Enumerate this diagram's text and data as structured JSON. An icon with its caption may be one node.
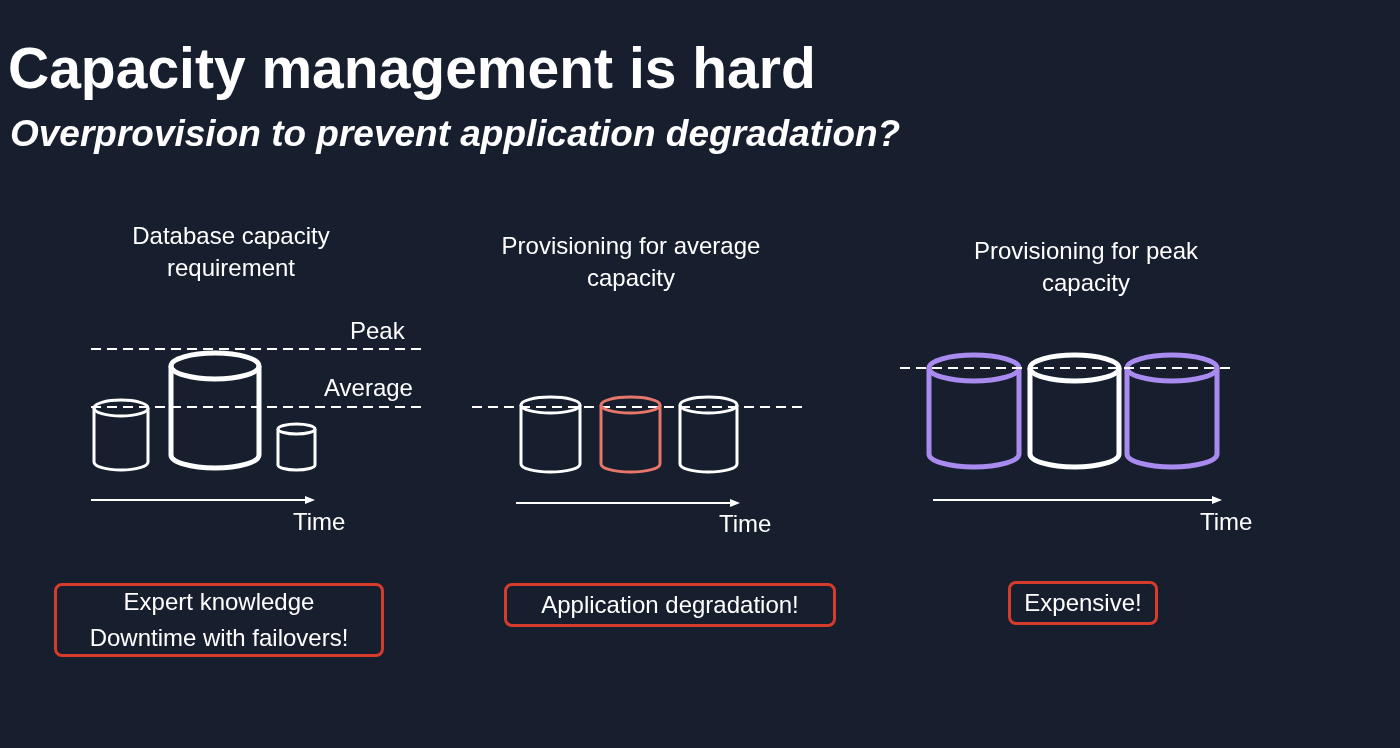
{
  "diagram": {
    "title": "Capacity management is hard",
    "caption": "Overprovision to prevent application degradation?",
    "nodes": [
      {
        "text": [
          "Expert knowledge",
          "Downtime with failovers!"
        ]
      },
      {
        "text": [
          "Application degradation!"
        ]
      },
      {
        "text": [
          "Expensive!"
        ]
      }
    ],
    "edges": [],
    "labels": [
      "Database capacity requirement",
      "Peak",
      "Average",
      "Time",
      "Provisioning for average capacity",
      "Time",
      "Provisioning for peak capacity",
      "Time"
    ]
  }
}
